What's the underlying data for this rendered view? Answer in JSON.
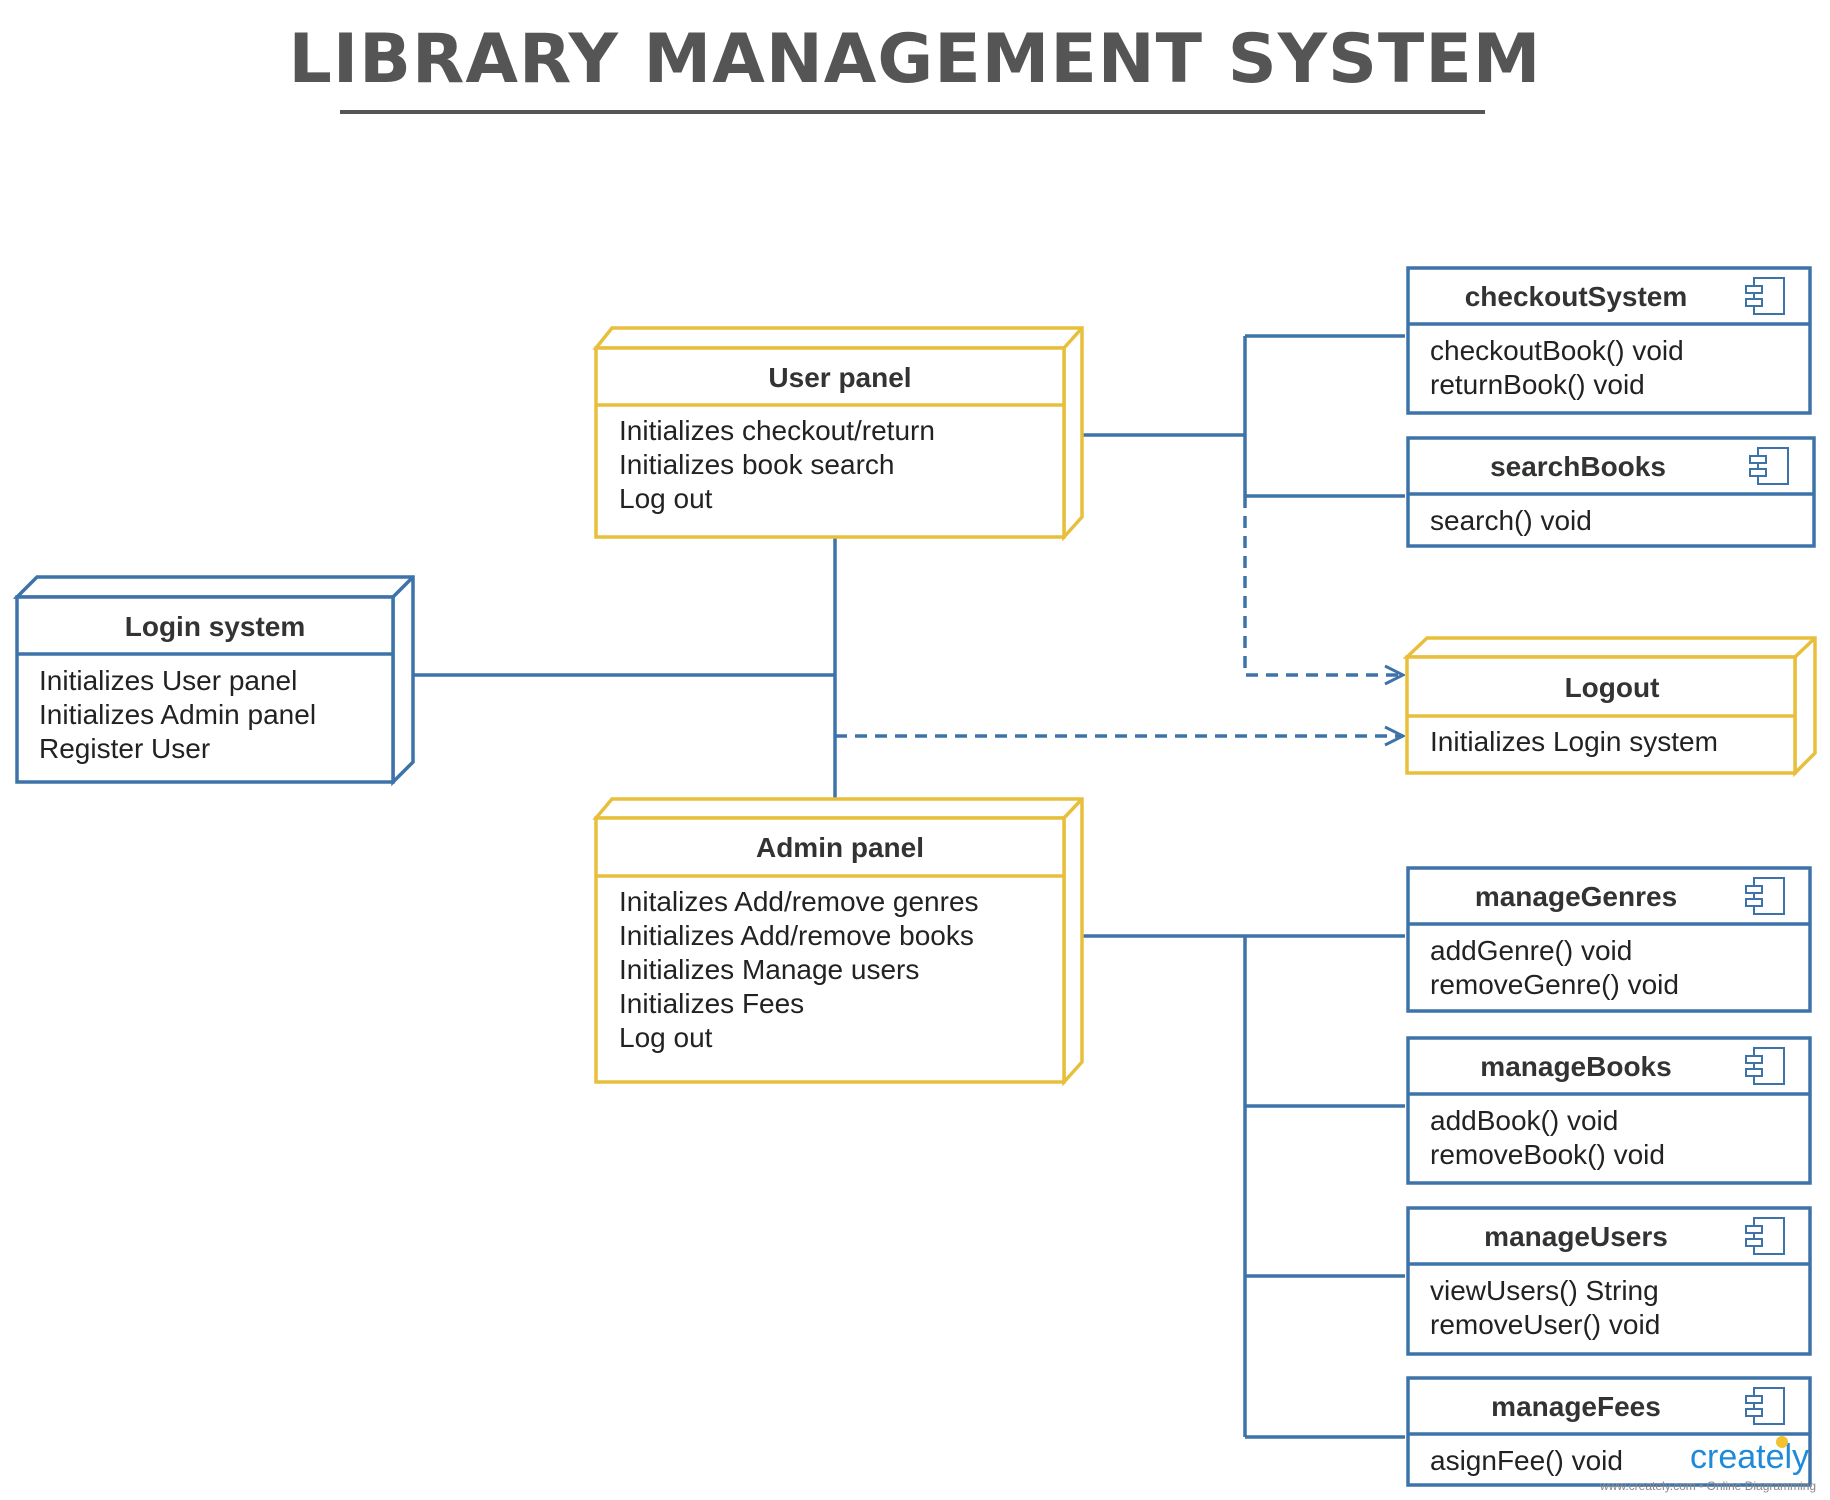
{
  "title": "LIBRARY MANAGEMENT SYSTEM",
  "colors": {
    "blue": "#3d73a8",
    "yellow": "#e8bf3c",
    "arrow": "#3d73a8"
  },
  "nodes": {
    "user_panel": {
      "title": "User panel",
      "lines": [
        "Initializes checkout/return",
        "Initializes book search",
        "Log out"
      ]
    },
    "admin_panel": {
      "title": "Admin panel",
      "lines": [
        "Initalizes Add/remove genres",
        "Initializes Add/remove books",
        "Initializes Manage users",
        "Initializes Fees",
        "Log out"
      ]
    },
    "login_system": {
      "title": "Login system",
      "lines": [
        "Initializes User panel",
        "Initializes Admin panel",
        "Register User"
      ]
    },
    "logout": {
      "title": "Logout",
      "lines": [
        "Initializes Login system"
      ]
    }
  },
  "components": {
    "checkout_system": {
      "title": "checkoutSystem",
      "lines": [
        "checkoutBook() void",
        "returnBook() void"
      ]
    },
    "search_books": {
      "title": "searchBooks",
      "lines": [
        "search() void"
      ]
    },
    "manage_genres": {
      "title": "manageGenres",
      "lines": [
        "addGenre() void",
        "removeGenre() void"
      ]
    },
    "manage_books": {
      "title": "manageBooks",
      "lines": [
        "addBook() void",
        "removeBook() void"
      ]
    },
    "manage_users": {
      "title": "manageUsers",
      "lines": [
        "viewUsers() String",
        "removeUser() void"
      ]
    },
    "manage_fees": {
      "title": "manageFees",
      "lines": [
        "asignFee() void"
      ]
    }
  },
  "watermark": {
    "brand": "creately",
    "caption": "www.creately.com • Online Diagramming"
  }
}
